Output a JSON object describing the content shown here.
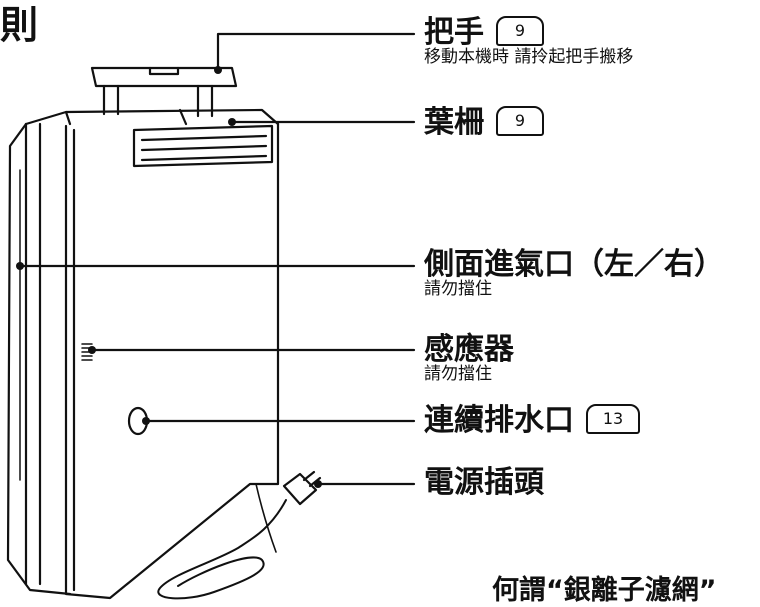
{
  "corner_title": "則",
  "callouts": [
    {
      "title": "把手",
      "ref": "9",
      "subtitle": "移動本機時 請拎起把手搬移"
    },
    {
      "title": "葉柵",
      "ref": "9"
    },
    {
      "title": "側面進氣口（左／右）",
      "subtitle": "請勿擋住"
    },
    {
      "title": "感應器",
      "subtitle": "請勿擋住"
    },
    {
      "title": "連續排水口",
      "ref": "13"
    },
    {
      "title": "電源插頭"
    }
  ],
  "footer_text": "何謂“銀離子濾網”"
}
